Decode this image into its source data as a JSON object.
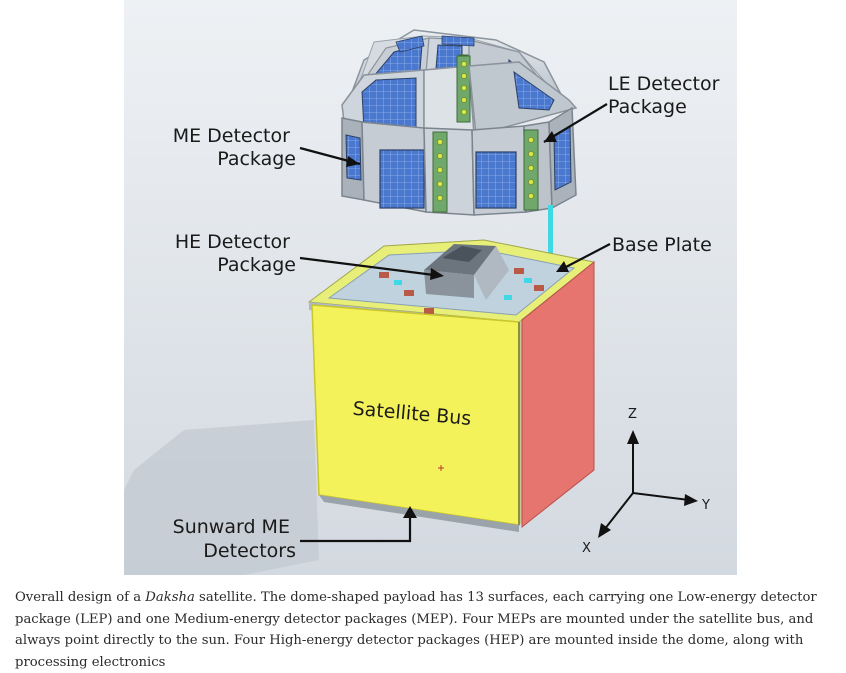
{
  "labels": {
    "me_package": [
      "ME Detector",
      "Package"
    ],
    "le_package": [
      "LE Detector",
      "Package"
    ],
    "he_package": [
      "HE Detector",
      "Package"
    ],
    "base_plate": "Base Plate",
    "satellite_bus": "Satellite Bus",
    "sunward": [
      "Sunward ME",
      "Detectors"
    ]
  },
  "axes": {
    "z": "Z",
    "y": "Y",
    "x": "X"
  },
  "caption": {
    "prefix": "Overall design of a ",
    "emphasis": "Daksha",
    "rest": " satellite. The dome-shaped payload has 13 surfaces, each carrying one Low-energy detector package (LEP) and one Medium-energy detector packages (MEP). Four MEPs are mounted under the satellite bus, and always point directly to the sun. Four High-energy detector packages (HEP) are mounted inside the dome, along with processing electronics"
  },
  "colors": {
    "background": "#dce2e8",
    "bus_front": "#f4f25a",
    "bus_side": "#e6746f",
    "panel_blue": "#4d7bd0",
    "frame_gray": "#b8bfc8",
    "le_strip": "#6fa86a",
    "fiber": "#3fd8e6"
  }
}
